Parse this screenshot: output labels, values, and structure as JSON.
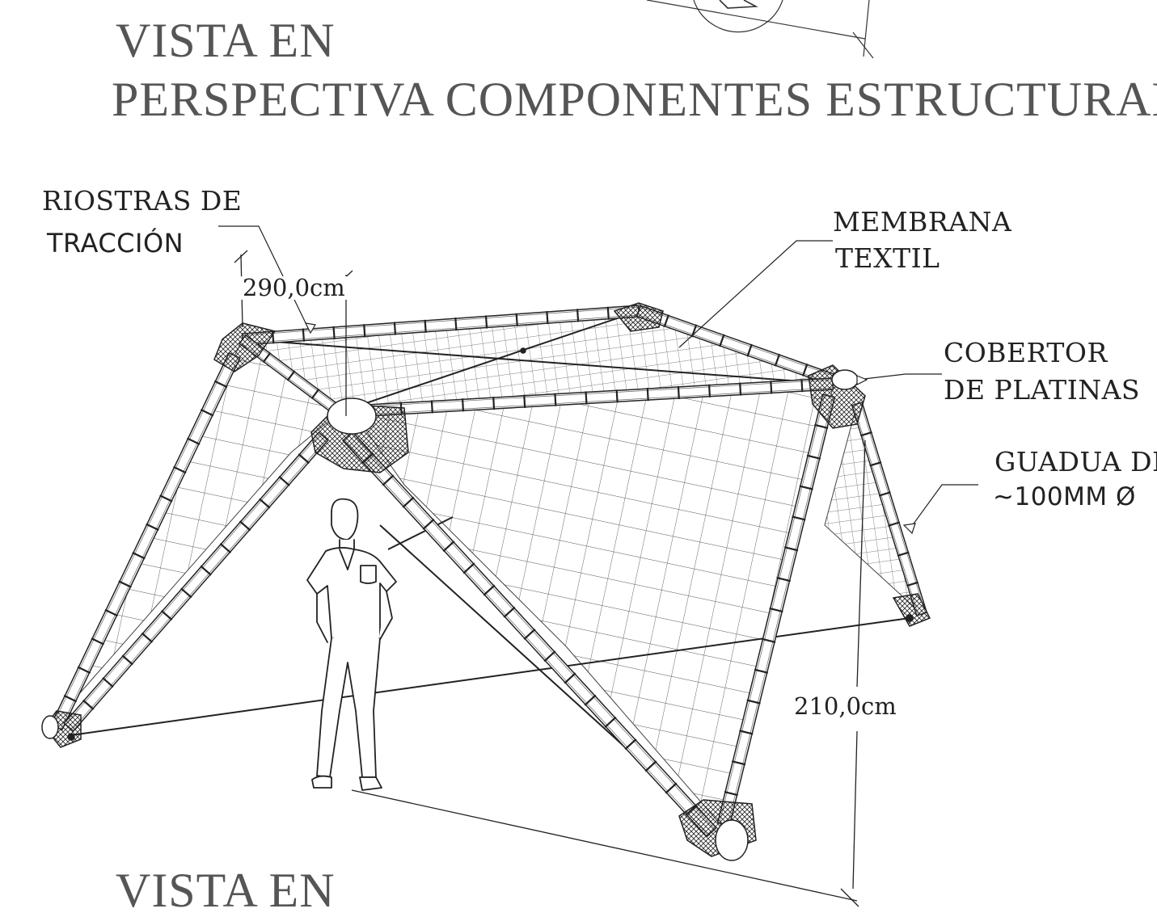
{
  "titles": {
    "top_line1": "VISTA EN",
    "top_line2": "PERSPECTIVA COMPONENTES ESTRUCTURALES",
    "bottom_line1": "VISTA EN"
  },
  "callouts": {
    "riostras_line1": "RIOSTRAS DE",
    "riostras_line2": "TRACCIÓN",
    "membrana_line1": "MEMBRANA",
    "membrana_line2": "TEXTIL",
    "cobertor_line1": "COBERTOR",
    "cobertor_line2": "DE PLATINAS",
    "guadua_line1": "GUADUA DE",
    "guadua_line2": "~100MM Ø"
  },
  "dimensions": {
    "height": "290,0cm",
    "depth": "210,0cm"
  },
  "colors": {
    "line": "#222222",
    "title": "#555555",
    "background": "#ffffff"
  },
  "icons": {
    "human_figure": "human-scale-figure-icon"
  }
}
